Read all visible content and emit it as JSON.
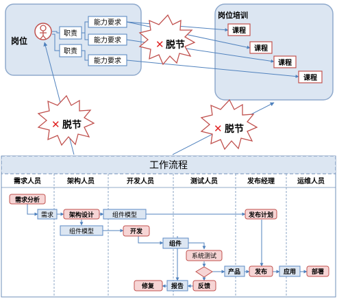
{
  "top": {
    "role_label": "岗位",
    "duty_label": "职责",
    "ability_label": "能力要求",
    "training_label": "岗位培训",
    "course_label": "课程",
    "disconnect_label": "脱节",
    "disconnect_mark": "✕"
  },
  "workflow": {
    "title": "工作流程",
    "lanes": [
      "需求人员",
      "架构人员",
      "开发人员",
      "测试人员",
      "发布经理",
      "运维人员"
    ],
    "nodes": {
      "req_analysis": "需求分析",
      "requirement": "需求",
      "arch_design": "架构设计",
      "component_model": "组件模型",
      "release_plan": "发布计划",
      "component_model_2": "组件模型",
      "develop": "开发",
      "component": "组件",
      "system_test": "系统测试",
      "product": "产品",
      "release": "发布",
      "apply": "应用",
      "deploy": "部署",
      "fix": "修复",
      "report": "报告",
      "feedback": "反馈"
    }
  },
  "colors": {
    "top_box_fill": "#dce6f2",
    "top_box_stroke": "#8ea9cc",
    "red_box_fill": "#f6d5d5",
    "red_box_stroke": "#c0504d",
    "blue_box_fill": "#dce6f2",
    "blue_box_stroke": "#5b8ac4",
    "arrow": "#4f81bd",
    "burst_stroke": "#c0504d",
    "cross": "#e02020"
  }
}
